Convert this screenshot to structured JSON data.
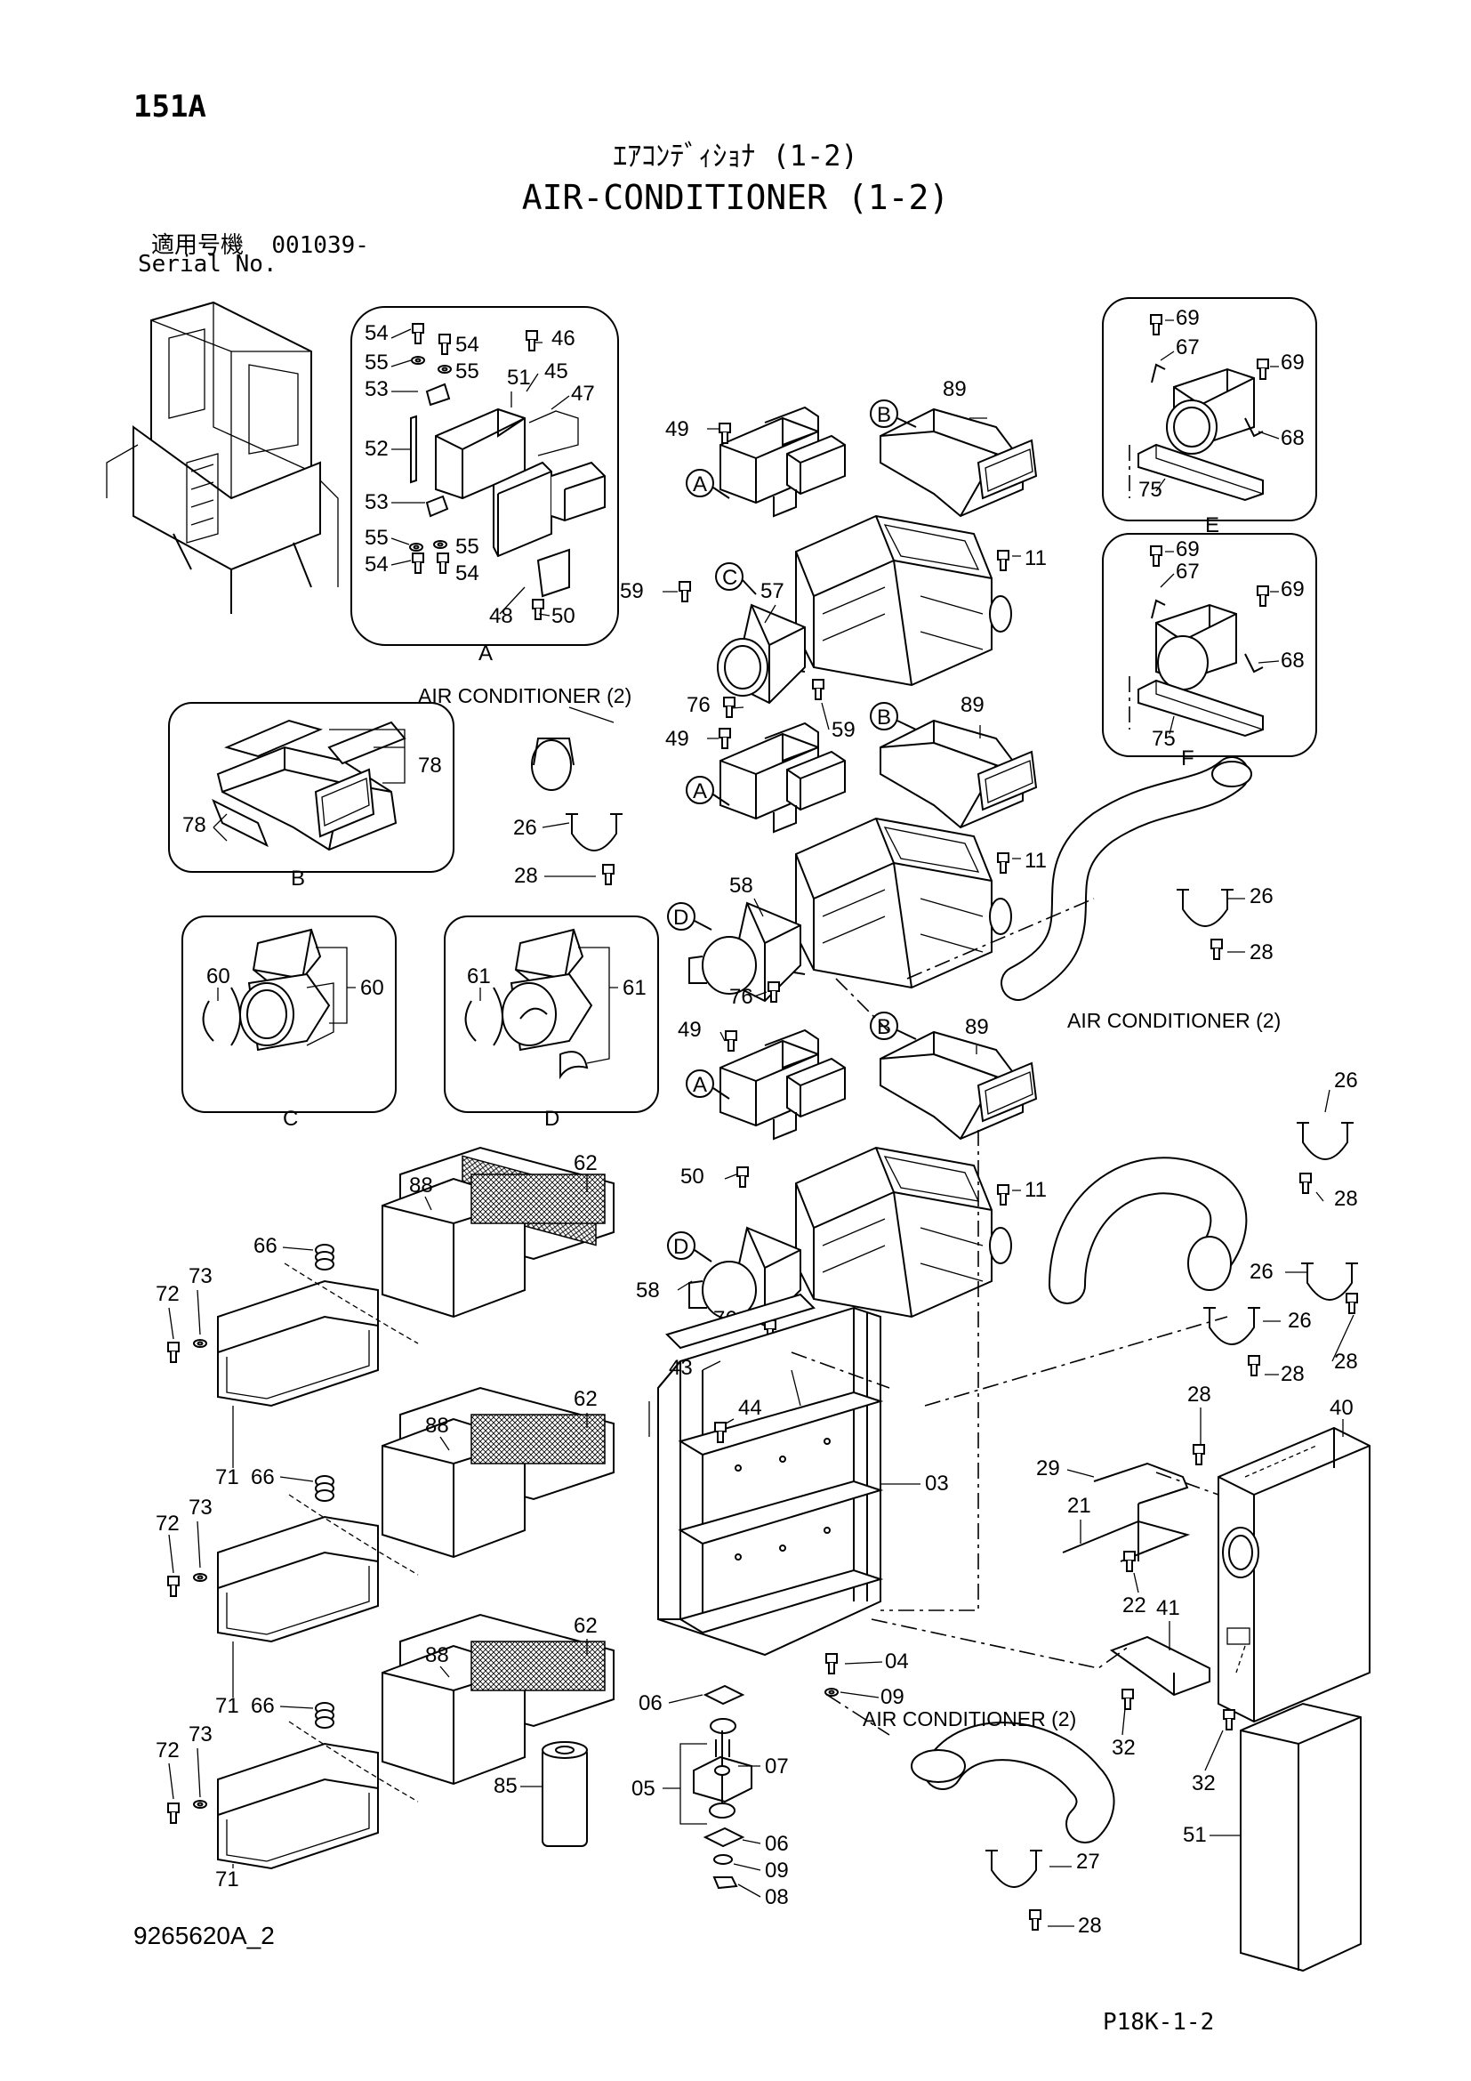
{
  "header": {
    "page_no": "151A",
    "title_jp": "ｴｱｺﾝﾃﾞｨｼｮﾅ (1-2)",
    "title_en": "AIR-CONDITIONER (1-2)",
    "serial_label_jp": "適用号機",
    "serial_value": "001039-",
    "serial_label_en": "Serial No."
  },
  "footer": {
    "drawing_no": "9265620A_2",
    "page_ref": "P18K-1-2"
  },
  "detail_views": {
    "A": "A",
    "B": "B",
    "C": "C",
    "D": "D",
    "E": "E",
    "F": "F"
  },
  "captions": {
    "air_conditioner_2": "AIR CONDITIONER (2)"
  },
  "callouts": {
    "c03": "03",
    "c04": "04",
    "c05": "05",
    "c06": "06",
    "c07": "07",
    "c08": "08",
    "c09": "09",
    "c11": "11",
    "c21": "21",
    "c22": "22",
    "c26": "26",
    "c27": "27",
    "c28": "28",
    "c29": "29",
    "c32": "32",
    "c40": "40",
    "c41": "41",
    "c43": "43",
    "c44": "44",
    "c45": "45",
    "c46": "46",
    "c47": "47",
    "c48": "48",
    "c49": "49",
    "c50": "50",
    "c51": "51",
    "c52": "52",
    "c53": "53",
    "c54": "54",
    "c55": "55",
    "c57": "57",
    "c58": "58",
    "c59": "59",
    "c60": "60",
    "c61": "61",
    "c62": "62",
    "c66": "66",
    "c67": "67",
    "c68": "68",
    "c69": "69",
    "c71": "71",
    "c72": "72",
    "c73": "73",
    "c75": "75",
    "c76": "76",
    "c78": "78",
    "c85": "85",
    "c88": "88",
    "c89": "89"
  }
}
